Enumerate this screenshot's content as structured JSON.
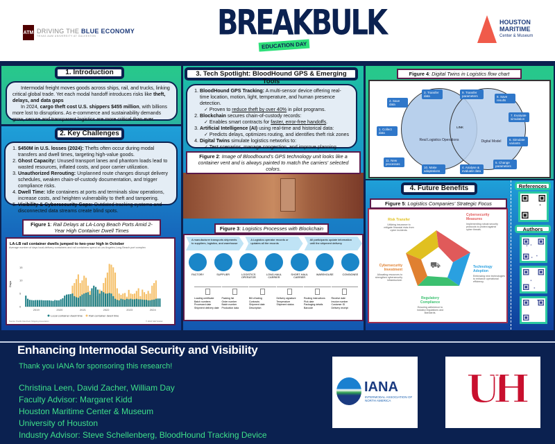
{
  "header": {
    "tamu_logo": {
      "mark": "ATM",
      "line1_a": "DRIVING THE",
      "line1_b": "BLUE ECONOMY",
      "line2": "TEXAS A&M UNIVERSITY AT GALVESTON"
    },
    "breakbulk_logo": {
      "word": "BREAKBULK",
      "ribbon": "EDUCATION DAY"
    },
    "hmm_logo": {
      "l1": "HOUSTON",
      "l2": "MARITIME",
      "l3": "Center & Museum"
    }
  },
  "intro": {
    "title": "1. Introduction",
    "p1_a": "Intermodal freight moves goods across ships, rail, and trucks, linking critical global trade. Yet each modal handoff introduces risks like ",
    "p1_b": "theft, delays, and data gaps",
    ".": ".",
    "p2_a": "In 2024, ",
    "p2_b": "cargo theft cost U.S. shippers $455 million",
    "p2_c": ", with billions more lost to disruptions. As e-commerce and sustainability demands grow, secure and transparent logistics are more critical than ever."
  },
  "challenges": {
    "title": "2. Key Challenges",
    "items": [
      {
        "b": "$450M in U.S. losses (2024):",
        "t": " Thefts often occur during modal transfers and dwell times, targeting high-value goods."
      },
      {
        "b": "Ghost Capacity:",
        "t": " Unused transport lanes and phantom loads lead to wasted resources, inflated costs, and poor carrier utilization."
      },
      {
        "b": "Unauthorized Rerouting:",
        "t": " Unplanned route changes disrupt delivery schedules, weaken chain-of-custody documentation, and trigger compliance risks."
      },
      {
        "b": "Dwell Time:",
        "t": " Idle containers at ports and terminals slow operations, increase costs, and heighten vulnerability to theft and tampering."
      },
      {
        "b": "Visibility & Cybersecurity Gaps:",
        "t": " Outdated tracking systems and disconnected data streams create blind spots."
      }
    ]
  },
  "fig1": {
    "label": "Figure 1",
    "caption": "Rail Delays at LA-Long Beach Ports Amid 2-Year High Container Dwell Times"
  },
  "chart_data": {
    "type": "bar",
    "title": "LA-LB rail container dwells jumped to two-year high in October",
    "subtitle": "Average number of days local-delivery containers and rail containers spend at Los Angeles-Long Beach port complex",
    "ylabel": "Days",
    "ylim": [
      0,
      18
    ],
    "yticks": [
      0,
      5,
      10,
      15
    ],
    "xticks": [
      "2019",
      "2020",
      "2021",
      "2022",
      "2023",
      "2024"
    ],
    "source": "Source: Pacific Merchant Shipping Association",
    "credit": "© 2024 S&P Global",
    "legend_position": "bottom",
    "series": [
      {
        "name": "Local container dwell time",
        "color": "#1f7f86",
        "values": [
          4.2,
          3,
          2.6,
          2.5,
          2.4,
          2.5,
          2.5,
          2.5,
          2.5,
          2.4,
          2.4,
          2.4,
          2.4,
          2.3,
          2.2,
          2.5,
          2.4,
          2.4,
          2.8,
          3.2,
          4.2,
          4.6,
          4.7,
          4.8,
          5,
          4,
          3.6,
          3.4,
          4,
          4.6,
          5,
          5.3,
          5.5,
          4.5,
          7,
          8,
          7.5,
          6.5,
          5,
          6,
          5.5,
          5,
          5,
          5.2,
          5,
          4,
          3,
          2.6,
          2.4,
          3,
          2.8,
          2.6,
          3,
          2.8,
          3,
          2.8,
          2.8,
          3,
          2.8,
          2.8,
          2.7,
          2.6,
          2.6,
          2.4,
          2.4,
          2.6,
          2.7,
          3,
          3.1,
          3.1
        ]
      },
      {
        "name": "Rail container dwell time",
        "color": "#f5c06a",
        "values": [
          0,
          0,
          0,
          0,
          0,
          0,
          0,
          0,
          0,
          0,
          0,
          0,
          0,
          0,
          0,
          0,
          0,
          0,
          0,
          0,
          0,
          0,
          0,
          0,
          8,
          9,
          10.5,
          12.3,
          9,
          10,
          11.8,
          11,
          8,
          6,
          6,
          5,
          4,
          4,
          6.5,
          6,
          9,
          11,
          13,
          16.3,
          16,
          15,
          13,
          7,
          5,
          4.5,
          5,
          5.2,
          3.8,
          6.4,
          5,
          4.8,
          5,
          6,
          7,
          4,
          6.5,
          5.5,
          4.8,
          6,
          5,
          8,
          9,
          10
        ]
      }
    ]
  },
  "tech": {
    "title": "3. Tech Spotlight: BloodHound GPS & Emerging Tools",
    "items": [
      {
        "b": "BloodHound GPS Tracking:",
        "t": " A multi-sensor device offering real-time location, motion, light, temperature, and human presence detection.",
        "check_a": "✓ Proven to ",
        "check_u": "reduce theft by over 40%",
        "check_b": " in pilot programs."
      },
      {
        "b": "Blockchain",
        "t": " secures chain-of-custody records:",
        "check_a": "✓  Enables smart contracts for ",
        "check_u": "faster, error-free handoffs",
        "check_b": "."
      },
      {
        "b": "Artificial Intelligence (AI)",
        "t": " using real-time and historical data:",
        "check_a": "✓  Predicts delays, optimizes routing, and identifies theft risk zones",
        "check_u": "",
        "check_b": ""
      },
      {
        "b": "Digital Twins",
        "t": " simulate logistics networks to:",
        "check_a": "✓ Test scenarios, manage congestion, and improve planning",
        "check_u": "",
        "check_b": ""
      }
    ]
  },
  "fig2": {
    "label": "Figure 2",
    "caption": "Image of Bloodhound's GPS technology unit looks like a container vent and is always painted to match the carriers' selected colors."
  },
  "fig3": {
    "label": "Figure 3",
    "caption": "Logistics Processes with Blockchain",
    "arrows": [
      "A manufacturer transports shipments to suppliers, logistics, and warehouse",
      "A Logistics operator records or updates all the records",
      "All participants update information until the shipment delivery"
    ],
    "actors": [
      "FACTORY",
      "SUPPLIER",
      "LOGISTICS OPERATOR",
      "LONG-HAUL CARRIER",
      "SHORT-HAUL CARRIER",
      "WAREHOUSE",
      "CONSIGNEE"
    ],
    "records": [
      [
        "Loading certificate",
        "Batch numbers",
        "Processed date",
        "Shipment delivery date"
      ],
      [
        "Packing list",
        "Order number",
        "Batch number",
        "Production data"
      ],
      [
        "Bill of lading",
        "Contracts",
        "Shipment date",
        "Description"
      ],
      [
        "Delivery signature",
        "Temperature",
        "Shipment status"
      ],
      [
        "Routing instructions",
        "Pick date",
        "Packaging details",
        "Barcode"
      ],
      [
        "Receive date",
        "Invoice number",
        "Customer ID",
        "Delivery receipt"
      ]
    ]
  },
  "fig4": {
    "label": "Figure 4",
    "caption": "Digital Twins in Logistics flow chart",
    "left": "Real Logistics Operations",
    "right": "Digital Model",
    "link": "LINK",
    "steps": [
      "1. Collect data",
      "2. Save data",
      "3. Transfer data",
      "4. Analyse & evaluate data",
      "5. Change parameters",
      "6. Simulate variants",
      "7. Evaluate simulation",
      "8. Save results",
      "9. Transfer parameters",
      "10. Make adaptations",
      "11. New processes"
    ]
  },
  "benefits": {
    "title": "4. Future Benefits"
  },
  "fig5": {
    "label": "Figure 5",
    "caption": "Logistics Companies' Strategic Focus",
    "items": [
      {
        "title": "Risk Transfer",
        "desc": "Utilizing insurance to mitigate financial risks from cyber incidents.",
        "color": "#e0c020"
      },
      {
        "title": "Cybersecurity Measures",
        "desc": "Implementing robust security protocols to protect against cyber threats.",
        "color": "#e05a5a"
      },
      {
        "title": "Technology Adoption",
        "desc": "Embracing new technologies to enhance operational efficiency.",
        "color": "#2aa0e0"
      },
      {
        "title": "Regulatory Compliance",
        "desc": "Ensuring adherence to industry regulations and standards.",
        "color": "#3cc070"
      },
      {
        "title": "Cybersecurity Investment",
        "desc": "Allocating resources to strengthen cybersecurity infrastructure.",
        "color": "#e08030"
      }
    ]
  },
  "sidebar": {
    "references": "References",
    "authors": "Authors"
  },
  "footer": {
    "title": "Enhancing Intermodal Security and Visibility",
    "thanks": "Thank you IANA for sponsoring this research!",
    "lines": [
      "Christina Leen, David Zacher, William Day",
      "Faculty Advisor: Margaret Kidd",
      "Houston Maritime Center & Museum",
      "University of Houston",
      "Industry Advisor: Steve Schellenberg, BloodHound Tracking Device"
    ],
    "iana": {
      "name": "IANA",
      "sub": "INTERMODAL ASSOCIATION OF NORTH AMERICA"
    },
    "uh": "UH"
  }
}
